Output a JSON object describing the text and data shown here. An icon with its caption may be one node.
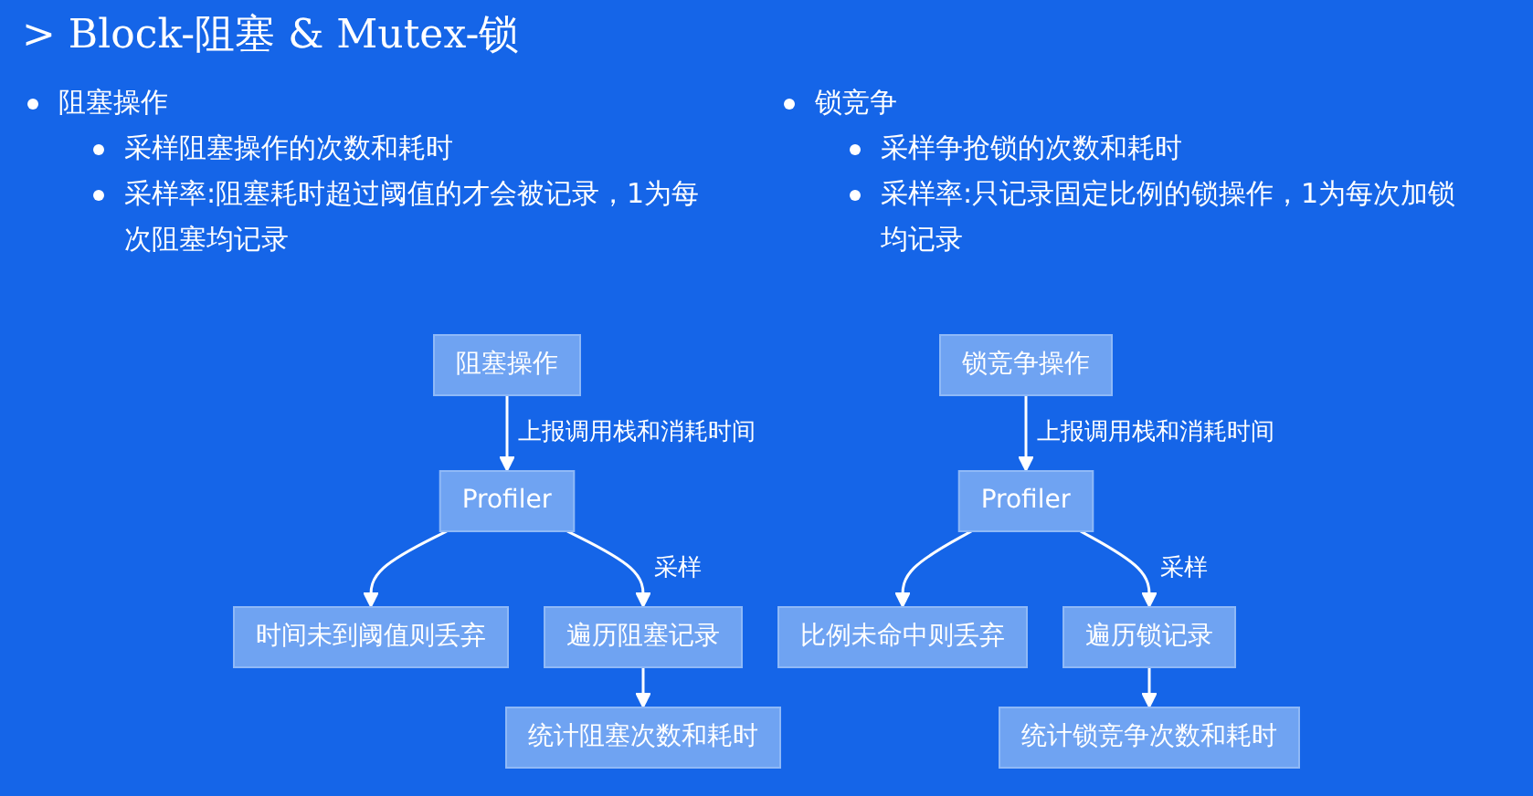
{
  "diagram": {
    "title": "> Block-阻塞 & Mutex-锁",
    "nodes": [
      {
        "text": [
          "阻塞操作"
        ]
      },
      {
        "text": [
          "Profiler"
        ]
      },
      {
        "text": [
          "时间未到阈值则丢弃"
        ]
      },
      {
        "text": [
          "遍历阻塞记录"
        ]
      },
      {
        "text": [
          "统计阻塞次数和耗时"
        ]
      },
      {
        "text": [
          "锁竞争操作"
        ]
      },
      {
        "text": [
          "Profiler"
        ]
      },
      {
        "text": [
          "比例未命中则丢弃"
        ]
      },
      {
        "text": [
          "遍历锁记录"
        ]
      },
      {
        "text": [
          "统计锁竞争次数和耗时"
        ]
      }
    ],
    "edges": [
      {
        "from": 0,
        "to": 1,
        "arrow": "to",
        "label": "上报调用栈和消耗时间"
      },
      {
        "from": 1,
        "to": 2,
        "arrow": "to"
      },
      {
        "from": 1,
        "to": 3,
        "arrow": "to",
        "label": "采样"
      },
      {
        "from": 3,
        "to": 4,
        "arrow": "to"
      },
      {
        "from": 5,
        "to": 6,
        "arrow": "to",
        "label": "上报调用栈和消耗时间"
      },
      {
        "from": 6,
        "to": 7,
        "arrow": "to"
      },
      {
        "from": 6,
        "to": 8,
        "arrow": "to",
        "label": "采样"
      },
      {
        "from": 8,
        "to": 9,
        "arrow": "to"
      }
    ],
    "labels": [
      "阻塞操作",
      "采样阻塞操作的次数和耗时",
      "采样率:阻塞耗时超过阈值的才会被记录，1为每次阻塞均记录",
      "锁竞争",
      "采样争抢锁的次数和耗时",
      "采样率:只记录固定比例的锁操作，1为每次加锁均记录"
    ]
  }
}
